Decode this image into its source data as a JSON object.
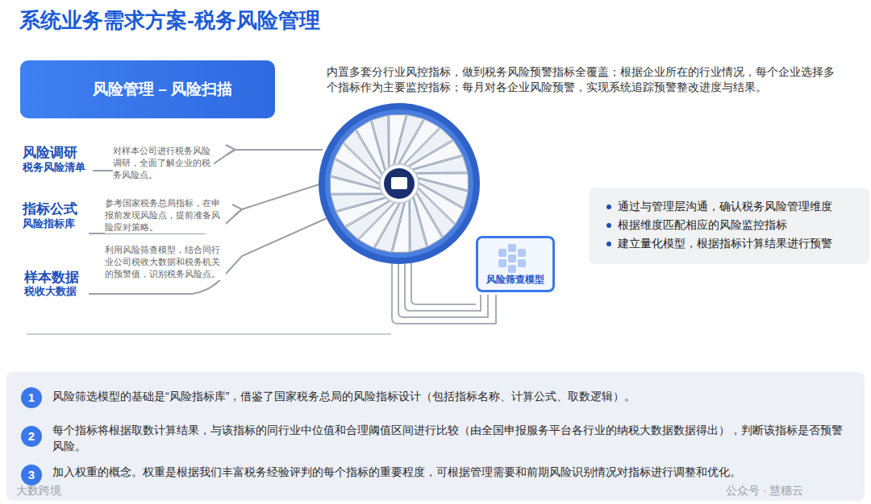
{
  "diagram": {
    "title": "系统业务需求方案-税务风险管理",
    "nodes": [
      {
        "text": [
          "风险管理 – 风险扫描"
        ]
      },
      {
        "text": [
          "风险筛查模型"
        ]
      },
      {
        "text": [
          "通过与管理层沟通，确认税务风险管理维度",
          "根据维度匹配相应的风险监控指标",
          "建立量化模型，根据指标计算结果进行预警"
        ]
      },
      {
        "text": [
          "风险筛选模型的基础是“风险指标库”，借鉴了国家税务总局的风险指标设计（包括指标名称、计算公式、取数逻辑）。",
          "每个指标将根据取数计算结果，与该指标的同行业中位值和合理阈值区间进行比较（由全国申报服务平台各行业的纳税大数据数据得出），判断该指标是否预警风险。",
          "加入权重的概念。权重是根据我们丰富税务经验评判的每个指标的重要程度，可根据管理需要和前期风险识别情况对指标进行调整和优化。"
        ]
      },
      {
        "text": [
          "1"
        ],
        "in": 3
      },
      {
        "text": [
          "2"
        ],
        "in": 3
      },
      {
        "text": [
          "3"
        ],
        "in": 3
      }
    ],
    "labels": [
      "内置多套分行业风控指标，做到税务风险预警指标全覆盖；根据企业所在的行业情况，每个企业选择多个指标作为主要监控指标；每月对各企业风险预警，实现系统追踪预警整改进度与结果。",
      "风险调研",
      "税务风险清单",
      "对样本公司进行税务风险调研，全面了解企业的税务风险点。",
      "指标公式",
      "风险指标库",
      "参考国家税务总局指标，在申报前发现风险点，提前准备风险应对策略。",
      "样本数据",
      "税收大数据",
      "利用风险筛查模型，结合同行业公司税收大数据和税务机关的预警值，识别税务风险点。",
      "大数跨境",
      "公众号 · 慧穗云"
    ]
  }
}
